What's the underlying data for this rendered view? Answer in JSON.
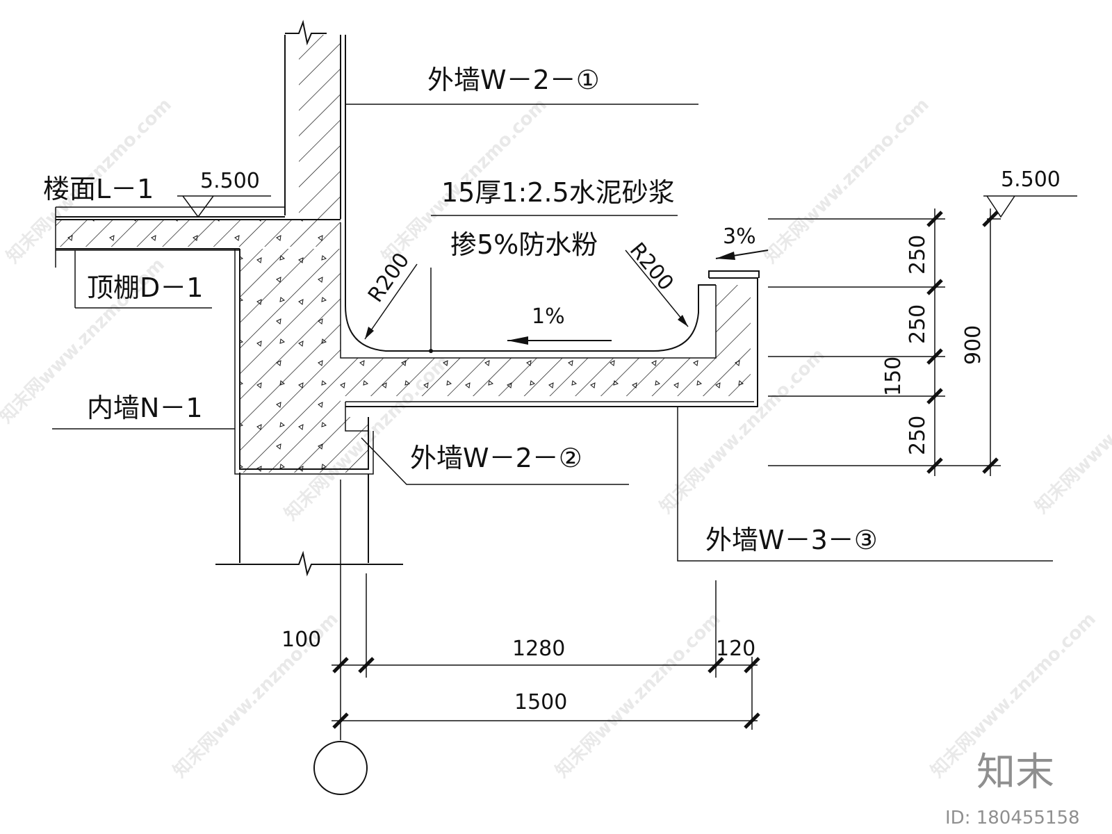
{
  "labels": {
    "exterior_wall_1": "外墙W－2－①",
    "exterior_wall_2": "外墙W－2－②",
    "exterior_wall_3": "外墙W－3－③",
    "floor": "楼面L－1",
    "ceiling": "顶棚D－1",
    "interior_wall": "内墙N－1",
    "mortar_line1": "15厚1:2.5水泥砂浆",
    "mortar_line2": "掺5%防水粉"
  },
  "elevations": {
    "left": "5.500",
    "right": "5.500"
  },
  "slopes": {
    "gutter_slope": "3%",
    "bottom_slope": "1%"
  },
  "radii": {
    "left": "R200",
    "right": "R200"
  },
  "dimensions": {
    "horizontal": {
      "d100": "100",
      "d1280": "1280",
      "d120": "120",
      "d1500": "1500"
    },
    "vertical": {
      "d250a": "250",
      "d250b": "250",
      "d150": "150",
      "d250c": "250",
      "d900": "900"
    }
  },
  "watermark": {
    "site": "知末网www.znzmo.com",
    "brand": "知末",
    "id": "ID: 180455158"
  },
  "colors": {
    "line": "#111111",
    "watermark": "#9a9a9a",
    "background": "#ffffff"
  }
}
